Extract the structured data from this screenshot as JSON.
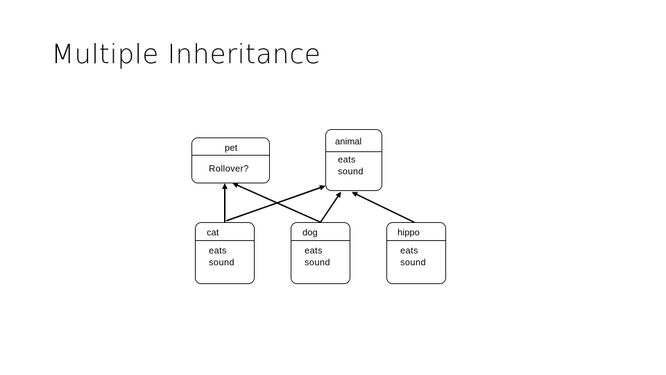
{
  "title": "Multiple Inheritance",
  "classes": {
    "pet": {
      "name": "pet",
      "attributes": [
        "Rollover?"
      ]
    },
    "animal": {
      "name": "animal",
      "attributes": [
        "eats",
        "sound"
      ]
    },
    "cat": {
      "name": "cat",
      "attributes": [
        "eats",
        "sound"
      ]
    },
    "dog": {
      "name": "dog",
      "attributes": [
        "eats",
        "sound"
      ]
    },
    "hippo": {
      "name": "hippo",
      "attributes": [
        "eats",
        "sound"
      ]
    }
  }
}
